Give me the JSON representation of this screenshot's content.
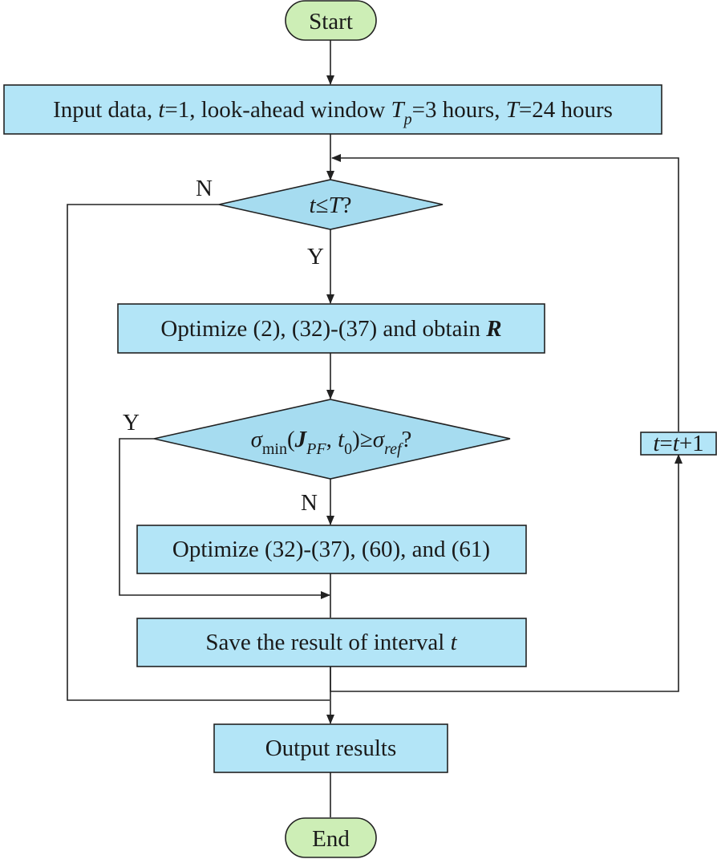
{
  "nodes": {
    "start": "Start",
    "input": {
      "p1": "Input data, ",
      "t": "t",
      "p2": "=1, look-ahead window ",
      "T": "T",
      "p": "p",
      "p3": "=3 hours, ",
      "T2": "T",
      "p4": "=24 hours"
    },
    "cond1": {
      "t": "t",
      "le": "≤",
      "T": "T",
      "q": "?"
    },
    "opt1": {
      "text": "Optimize (2), (32)-(37) and obtain ",
      "R": "R"
    },
    "cond2": {
      "sigma": "σ",
      "min": "min",
      "open": "(",
      "J": "J",
      "PF": "PF",
      "comma": ", ",
      "t": "t",
      "zero": "0",
      "close": ")≥",
      "sigma2": "σ",
      "ref": "ref",
      "q": "?"
    },
    "opt2": "Optimize (32)-(37), (60), and (61)",
    "save": {
      "text": "Save the result of interval ",
      "t": "t"
    },
    "output": "Output results",
    "end": "End",
    "increment": {
      "t": "t",
      "eq": "=",
      "t2": "t",
      "plus": "+1"
    }
  },
  "edges": {
    "cond1_no": "N",
    "cond1_yes": "Y",
    "cond2_yes": "Y",
    "cond2_no": "N"
  },
  "colors": {
    "process_fill": "#b3e5f7",
    "decision_fill": "#a6dcf0",
    "terminal_fill": "#cdeeb6",
    "stroke": "#222222"
  }
}
